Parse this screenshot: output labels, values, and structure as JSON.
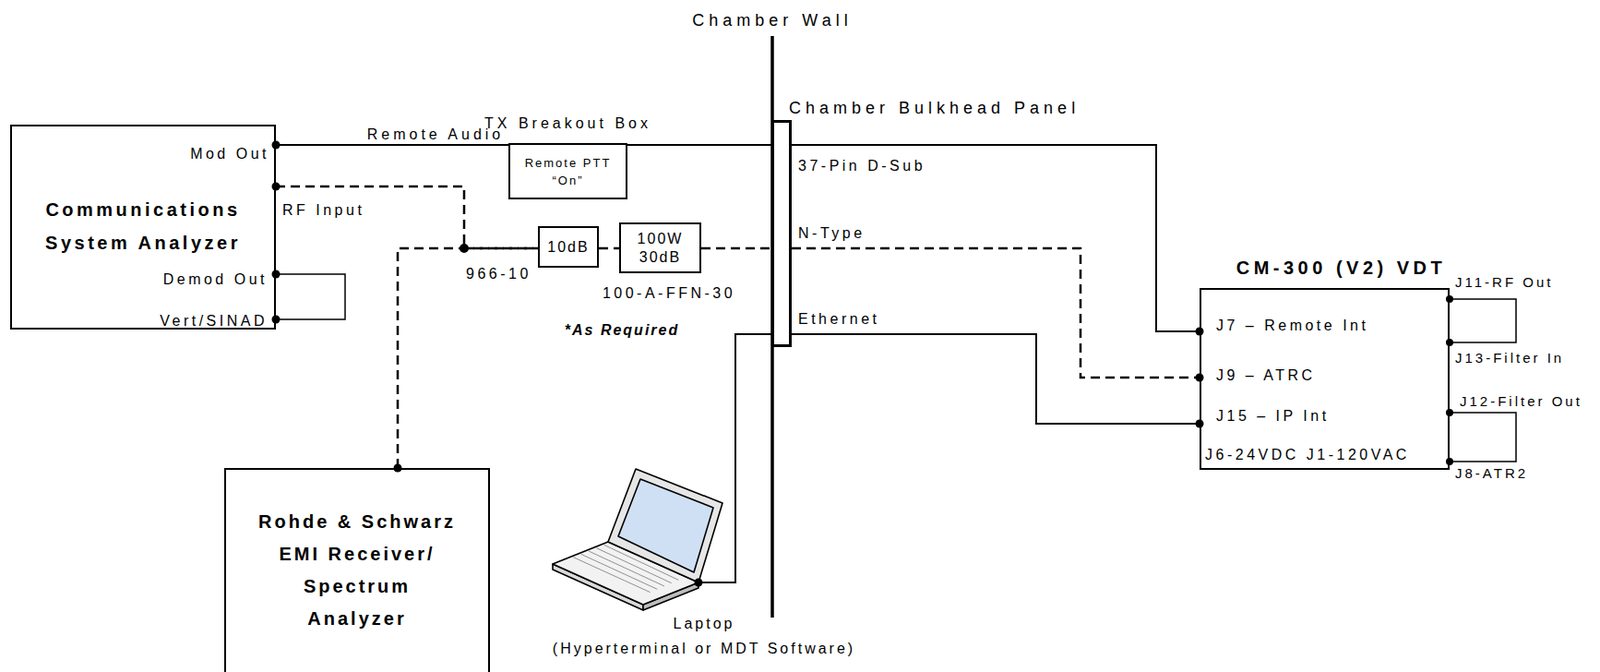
{
  "diagram": {
    "nodes": [
      {
        "text": [
          "Communications System Analyzer"
        ]
      },
      {
        "text": [
          "TX Breakout Box",
          "Remote PTT “On”"
        ]
      },
      {
        "text": [
          "10dB"
        ]
      },
      {
        "text": [
          "100W 30dB"
        ]
      },
      {
        "text": [
          "Chamber Bulkhead Panel"
        ]
      },
      {
        "text": [
          "CM-300 (V2) VDT"
        ]
      },
      {
        "text": [
          "Rohde & Schwarz EMI Receiver/ Spectrum Analyzer"
        ]
      },
      {
        "text": [
          "Laptop",
          "(Hyperterminal or MDT Software)"
        ]
      }
    ],
    "edges": [
      {
        "from": 0,
        "to": 1,
        "label": "Remote Audio",
        "arrow": "none"
      },
      {
        "from": 1,
        "to": 4,
        "arrow": "none"
      },
      {
        "from": 4,
        "to": 5,
        "arrow": "none"
      },
      {
        "from": 0,
        "to": 2,
        "arrow": "none"
      },
      {
        "from": 6,
        "to": 2,
        "arrow": "none"
      },
      {
        "from": 2,
        "to": 3,
        "arrow": "none"
      },
      {
        "from": 3,
        "to": 4,
        "arrow": "none"
      },
      {
        "from": 4,
        "to": 5,
        "arrow": "none"
      },
      {
        "from": 7,
        "to": 4,
        "arrow": "none"
      },
      {
        "from": 4,
        "to": 5,
        "arrow": "none"
      }
    ],
    "labels": [
      "Chamber Wall",
      "Mod Out",
      "RF Input",
      "Demod Out",
      "Vert/SINAD",
      "966-10",
      "100-A-FFN-30",
      "*As Required",
      "37-Pin D-Sub",
      "N-Type",
      "Ethernet",
      "J7 – Remote Int",
      "J9 – ATRC",
      "J15 – IP Int",
      "J6-24VDC J1-120VAC",
      "J11-RF Out",
      "J13-Filter In",
      "J12-Filter Out",
      "J8-ATR2"
    ]
  }
}
